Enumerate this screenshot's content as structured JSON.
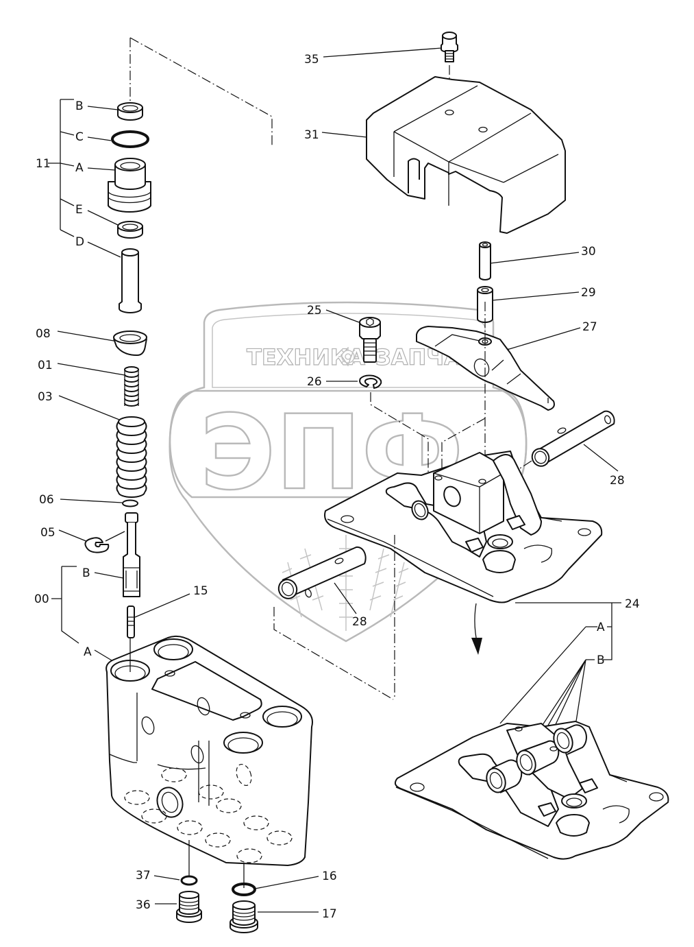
{
  "watermark": {
    "line1_left": "ТЕХНИКА",
    "line1_right": "ЗАПЧАСТИ",
    "monogram": "ЭПФ",
    "gear_icon": "gear-icon",
    "color": "#b9b9b9"
  },
  "callouts": {
    "group_11": {
      "number": "11",
      "subparts": {
        "B": "B",
        "C": "C",
        "A": "A",
        "E": "E",
        "D": "D"
      }
    },
    "part_08": "08",
    "part_01": "01",
    "part_03": "03",
    "part_06": "06",
    "part_05": "05",
    "group_00": {
      "number": "00",
      "subparts": {
        "B": "B",
        "A": "A"
      }
    },
    "part_15": "15",
    "part_37": "37",
    "part_36": "36",
    "part_16": "16",
    "part_17": "17",
    "part_35": "35",
    "part_31": "31",
    "part_30": "30",
    "part_29": "29",
    "part_27": "27",
    "part_25": "25",
    "part_26": "26",
    "part_28_right": "28",
    "part_28_left": "28",
    "group_24": {
      "number": "24",
      "subparts": {
        "A": "A",
        "B": "B"
      }
    }
  },
  "line_color": "#111111",
  "background": "#ffffff"
}
